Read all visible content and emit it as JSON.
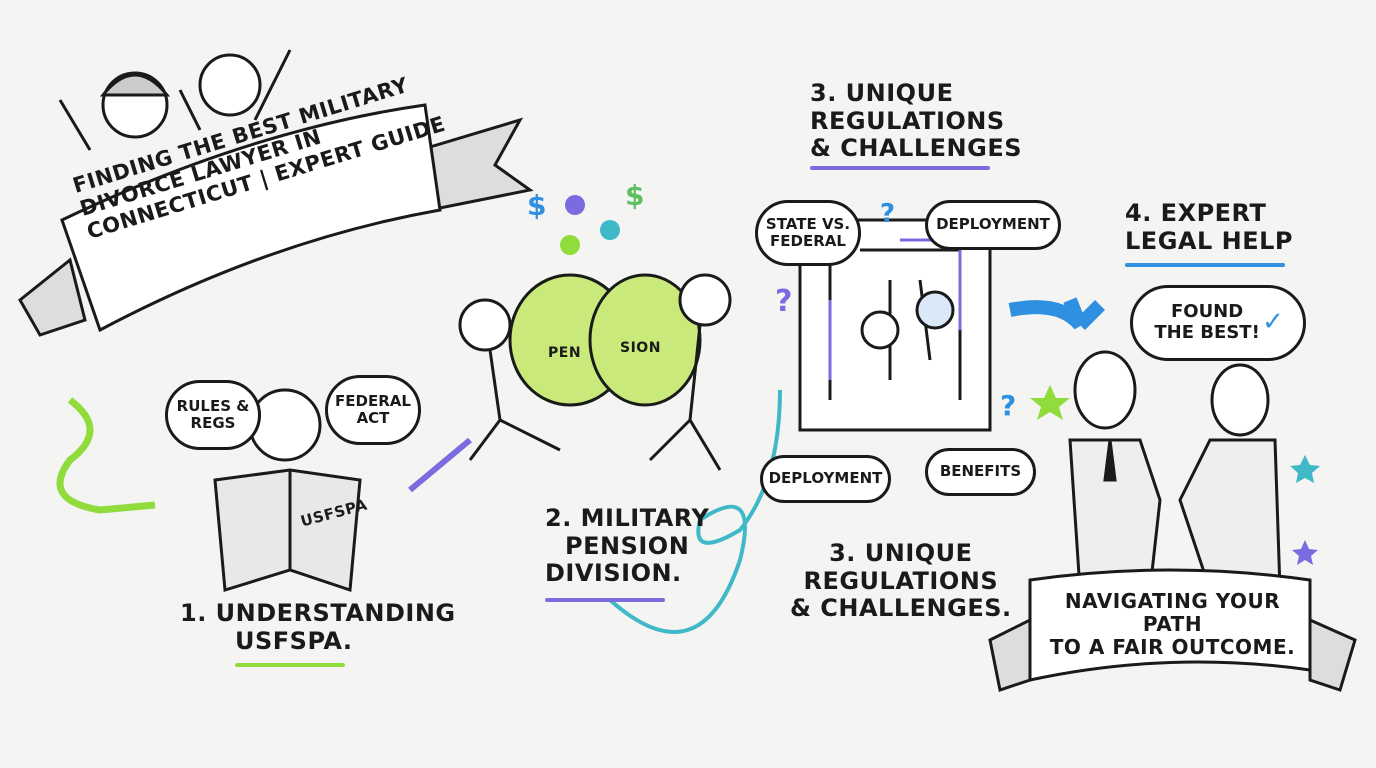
{
  "title_banner": {
    "line1": "FINDING THE BEST MILITARY",
    "line2": "DIVORCE LAWYER IN",
    "line3": "CONNECTICUT | EXPERT GUIDE"
  },
  "step1": {
    "bubble_left": "RULES & REGS",
    "bubble_right": "FEDERAL ACT",
    "book_label": "USFSPA",
    "caption_line1": "1. UNDERSTANDING",
    "caption_line2": "USFSPA."
  },
  "step2": {
    "bag_left": "PEN",
    "bag_right": "SION",
    "coin_symbol": "$",
    "caption_line1": "2. MILITARY",
    "caption_line2": "PENSION",
    "caption_line3": "DIVISION."
  },
  "step3": {
    "heading_line1": "3. UNIQUE",
    "heading_line2": "REGULATIONS",
    "heading_line3": "& CHALLENGES",
    "bubble_state": "STATE VS. FEDERAL",
    "bubble_deployment_top": "DEPLOYMENT",
    "bubble_deployment_bottom": "DEPLOYMENT",
    "bubble_benefits": "BENEFITS",
    "question_mark": "?",
    "caption_line1": "3. UNIQUE",
    "caption_line2": "REGULATIONS",
    "caption_line3": "& CHALLENGES."
  },
  "step4": {
    "heading_line1": "4. EXPERT",
    "heading_line2": "LEGAL HELP",
    "bubble": "FOUND THE BEST!",
    "check": "✓"
  },
  "footer_banner": {
    "line1": "NAVIGATING YOUR PATH",
    "line2": "TO A FAIR OUTCOME."
  },
  "colors": {
    "green": "#8fdc3c",
    "purple": "#7b6be0",
    "blue": "#2f8fe0",
    "teal": "#3fb8c8",
    "ink": "#1a1a1a"
  }
}
